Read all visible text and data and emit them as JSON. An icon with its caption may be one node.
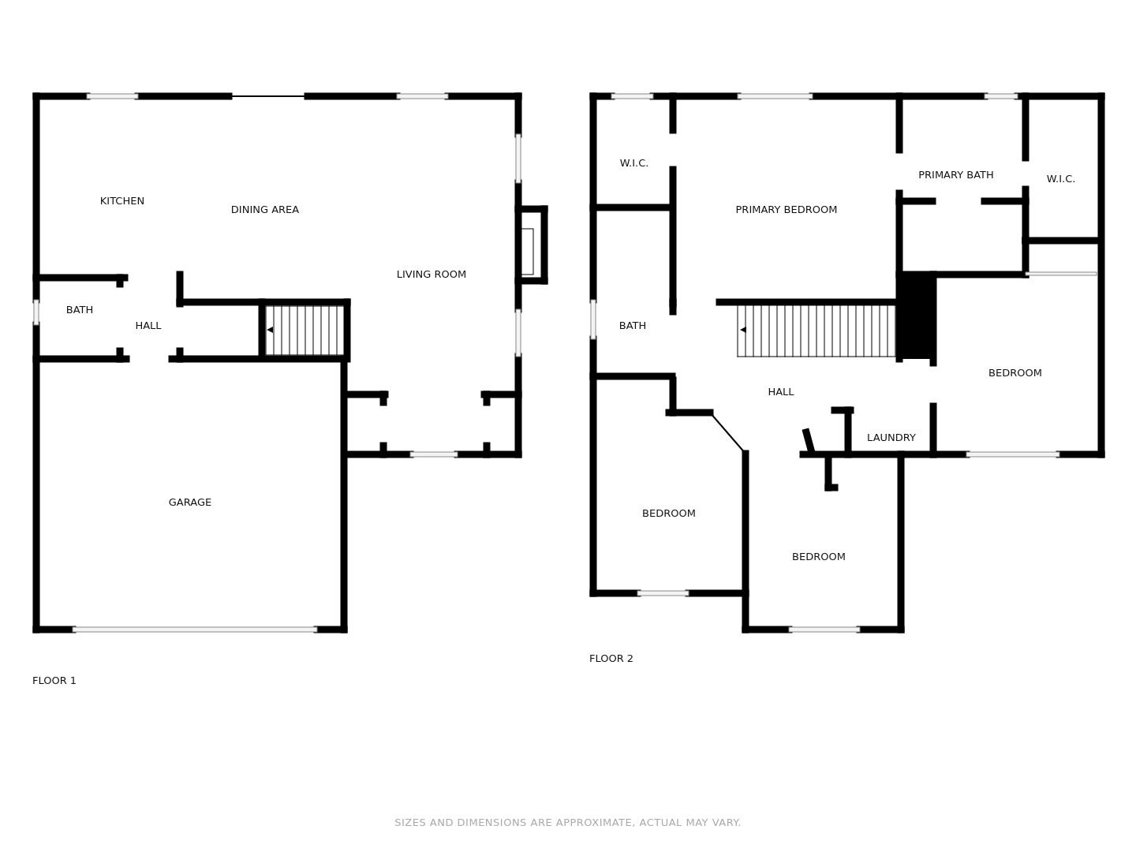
{
  "diagram": {
    "caption": "SIZES AND DIMENSIONS ARE APPROXIMATE, ACTUAL MAY VARY.",
    "labels": [
      "KITCHEN",
      "DINING AREA",
      "LIVING ROOM",
      "BATH",
      "HALL",
      "GARAGE",
      "FLOOR 1",
      "W.I.C.",
      "PRIMARY BEDROOM",
      "PRIMARY BATH",
      "W.I.C.",
      "BATH",
      "HALL",
      "BEDROOM",
      "LAUNDRY",
      "BEDROOM",
      "BEDROOM",
      "FLOOR 2"
    ]
  }
}
